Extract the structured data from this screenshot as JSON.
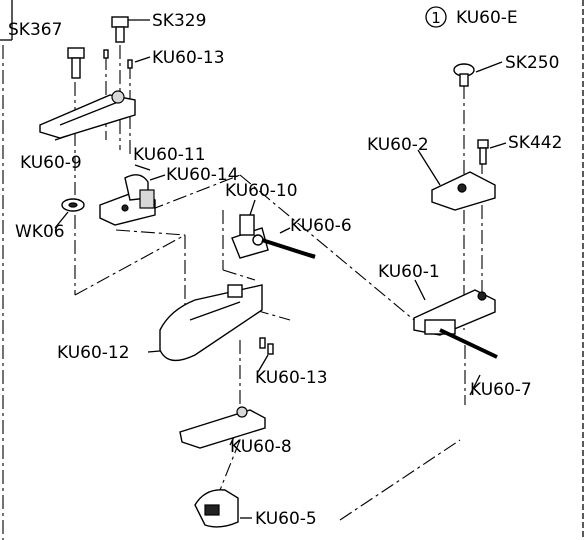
{
  "header": {
    "index_mark": "1",
    "assembly_code": "KU60-E"
  },
  "labels": {
    "sk367": "SK367",
    "sk329": "SK329",
    "ku60_13_top": "KU60-13",
    "ku60_9": "KU60-9",
    "ku60_11": "KU60-11",
    "ku60_14": "KU60-14",
    "wk06": "WK06",
    "ku60_10": "KU60-10",
    "ku60_6": "KU60-6",
    "ku60_12": "KU60-12",
    "ku60_13_mid": "KU60-13",
    "ku60_8": "KU60-8",
    "ku60_5": "KU60-5",
    "sk250": "SK250",
    "ku60_2": "KU60-2",
    "sk442": "SK442",
    "ku60_1": "KU60-1",
    "ku60_7": "KU60-7"
  }
}
